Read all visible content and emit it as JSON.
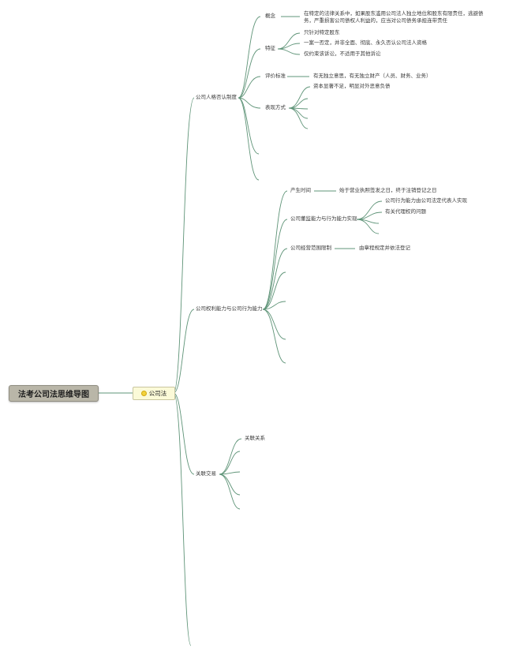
{
  "root": {
    "label": "法考公司法思维导图"
  },
  "main_topic": {
    "label": "公司法",
    "icon": "lightbulb-icon"
  },
  "colors": {
    "connector": "#5f9478",
    "root_bg": "#b9b6a8",
    "main_bg": "#fbfad8"
  },
  "branches": {
    "personality": {
      "label": "公司人格否认制度",
      "concept": {
        "label": "概念",
        "text_line1": "在特定的法律关系中，如果股东滥用公司法人独立地位和股东有限责任，逃避债",
        "text_line2": "务，严重损害公司债权人利益的，应当对公司债务承担连带责任"
      },
      "feature": {
        "label": "特征",
        "items": [
          "只针对特定股东",
          "一案一否定，并非全面、彻底、永久否认公司法人资格",
          "仅约束该诉讼，不适用于其他诉讼"
        ]
      },
      "evaluation": {
        "label": "评价标准",
        "text": "有无独立意思，有无独立财产（人员、财务、业务）"
      },
      "manifestation": {
        "label": "表现方式",
        "items": [
          "资本显著不足，明显对外恶意负债"
        ]
      }
    },
    "capacity": {
      "label": "公司权利能力与公司行为能力",
      "time": {
        "label": "产生时间",
        "text": "始于营业执照签发之日，终于注销登记之日"
      },
      "organ": {
        "label": "公司董监能力与行为能力实现",
        "items": [
          "公司行为能力由公司法定代表人实现",
          "有关代理权的问题"
        ]
      },
      "scope": {
        "label": "公司经营范围限制",
        "text": "由章程规定并依法登记"
      }
    },
    "related": {
      "label": "关联交易",
      "items": [
        "关联关系"
      ]
    }
  }
}
